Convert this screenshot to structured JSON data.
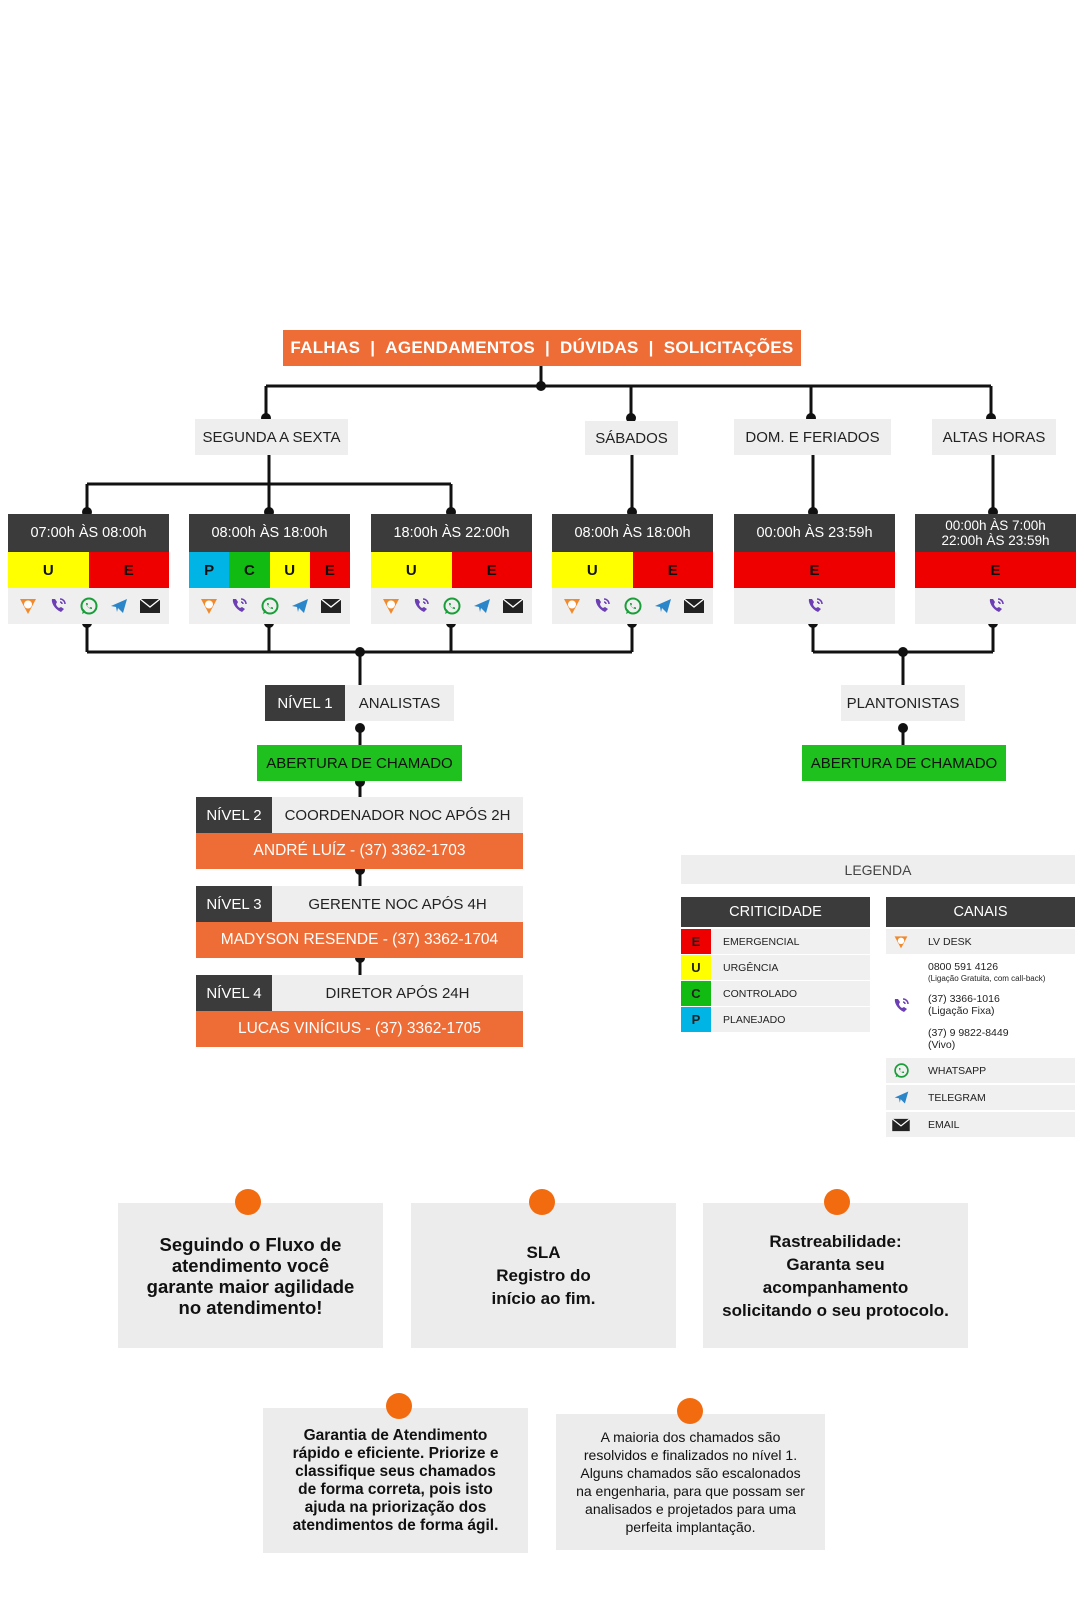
{
  "header": {
    "items": [
      "FALHAS",
      "AGENDAMENTOS",
      "DÚVIDAS",
      "SOLICITAÇÕES"
    ],
    "separator": "|"
  },
  "days": {
    "weekday": "SEGUNDA A SEXTA",
    "saturday": "SÁBADOS",
    "sunday": "DOM. E FERIADOS",
    "late": "ALTAS HORAS"
  },
  "slots": [
    {
      "time": "07:00h ÀS 08:00h",
      "crit": [
        "U",
        "E"
      ]
    },
    {
      "time": "08:00h ÀS 18:00h",
      "crit": [
        "P",
        "C",
        "U",
        "E"
      ]
    },
    {
      "time": "18:00h ÀS 22:00h",
      "crit": [
        "U",
        "E"
      ]
    },
    {
      "time": "08:00h ÀS 18:00h",
      "crit": [
        "U",
        "E"
      ]
    },
    {
      "time": "00:00h ÀS  23:59h",
      "crit": [
        "E"
      ]
    },
    {
      "time1": "00:00h ÀS 7:00h",
      "time2": "22:00h ÀS 23:59h",
      "crit": [
        "E"
      ]
    }
  ],
  "level1": {
    "level": "NÍVEL 1",
    "who": "ANALISTAS",
    "action": "ABERTURA DE CHAMADO"
  },
  "oncall": {
    "who": "PLANTONISTAS",
    "action": "ABERTURA DE CHAMADO"
  },
  "escalation": [
    {
      "level": "NÍVEL 2",
      "role": "COORDENADOR NOC APÓS 2H",
      "contact": "ANDRÉ LUÍZ - (37) 3362-1703"
    },
    {
      "level": "NÍVEL 3",
      "role": "GERENTE NOC APÓS 4H",
      "contact": "MADYSON RESENDE - (37) 3362-1704"
    },
    {
      "level": "NÍVEL 4",
      "role": "DIRETOR APÓS 24H",
      "contact": "LUCAS VINÍCIUS - (37) 3362-1705"
    }
  ],
  "legend": {
    "title": "LEGENDA",
    "criticality_title": "CRITICIDADE",
    "criticality": [
      {
        "code": "E",
        "label": "EMERGENCIAL"
      },
      {
        "code": "U",
        "label": "URGÊNCIA"
      },
      {
        "code": "C",
        "label": "CONTROLADO"
      },
      {
        "code": "P",
        "label": "PLANEJADO"
      }
    ],
    "channels_title": "CANAIS",
    "lvdesk": "LV DESK",
    "phone1": "0800 591 4126",
    "phone1_note": "(Ligação Gratuita, com call-back)",
    "phone2": "(37) 3366-1016",
    "phone2_note": "(Ligação Fixa)",
    "phone3": "(37) 9 9822-8449",
    "phone3_note": "(Vivo)",
    "whatsapp": "WHATSAPP",
    "telegram": "TELEGRAM",
    "email": "EMAIL"
  },
  "cards": {
    "c1": [
      "Seguindo o Fluxo de",
      "atendimento você",
      "garante maior agilidade",
      "no atendimento!"
    ],
    "c2": [
      "SLA",
      "Registro do",
      "início ao fim."
    ],
    "c3": [
      "Rastreabilidade:",
      "Garanta seu",
      "acompanhamento",
      "solicitando o seu protocolo."
    ],
    "c4": [
      "Garantia de Atendimento",
      "rápido e eficiente. Priorize e",
      "classifique seus chamados",
      "de forma correta, pois isto",
      "ajuda na priorização dos",
      "atendimentos de forma ágil."
    ],
    "c5": [
      "A maioria dos chamados são",
      "resolvidos e finalizados no nível 1.",
      "Alguns chamados são escalonados",
      "na engenharia, para que possam ser",
      "analisados e projetados para uma",
      "perfeita implantação."
    ]
  },
  "colors": {
    "orange": "#ee6c35",
    "dark": "#3b3b3b",
    "green": "#1fc11f",
    "red": "#ee0000",
    "yellow": "#ffff00",
    "blue": "#00b4e6"
  }
}
